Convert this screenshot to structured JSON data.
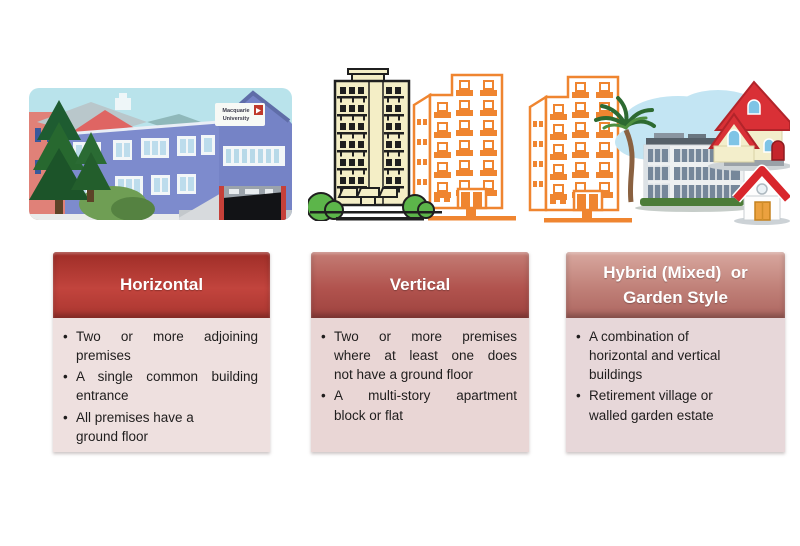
{
  "bullet_char": "•",
  "illustrations": {
    "horizontal": {
      "alt": "Cartoon of a long blue university building with trees",
      "sign_line1": "Macquarie",
      "sign_line2": "University"
    },
    "vertical": {
      "alt": "Cartoon of two multi-story apartment towers"
    },
    "hybrid": {
      "alt": "Cartoon of an apartment block beside houses and a garden estate"
    }
  },
  "cards": [
    {
      "title_lines": [
        "Horizontal"
      ],
      "header_colors": [
        "#9e2d27",
        "#c2443d",
        "#aa3630"
      ],
      "body_bg": "#eee0df",
      "bullets": [
        {
          "lines": [
            "Two or more adjoining",
            "premises"
          ]
        },
        {
          "lines": [
            "A single common building",
            "entrance"
          ]
        },
        {
          "lines": [
            "All premises have a",
            "ground floor"
          ]
        }
      ]
    },
    {
      "title_lines": [
        "Vertical"
      ],
      "header_colors": [
        "#c47d75",
        "#b1534e",
        "#9e433f"
      ],
      "body_bg": "#e9d6d5",
      "bullets": [
        {
          "lines": [
            "Two or more premises",
            "where at least one does",
            "not have a ground floor"
          ]
        },
        {
          "lines": [
            "A multi-story apartment",
            "block or flat"
          ]
        }
      ]
    },
    {
      "title_lines": [
        "Hybrid (Mixed)  or",
        "Garden Style"
      ],
      "header_colors": [
        "#d8a89f",
        "#c08078",
        "#ad6660"
      ],
      "body_bg": "#e7d7d9",
      "bullets": [
        {
          "lines": [
            "A combination of",
            "horizontal and vertical",
            "buildings"
          ]
        },
        {
          "lines": [
            "Retirement village or",
            "walled garden estate"
          ]
        }
      ]
    }
  ]
}
